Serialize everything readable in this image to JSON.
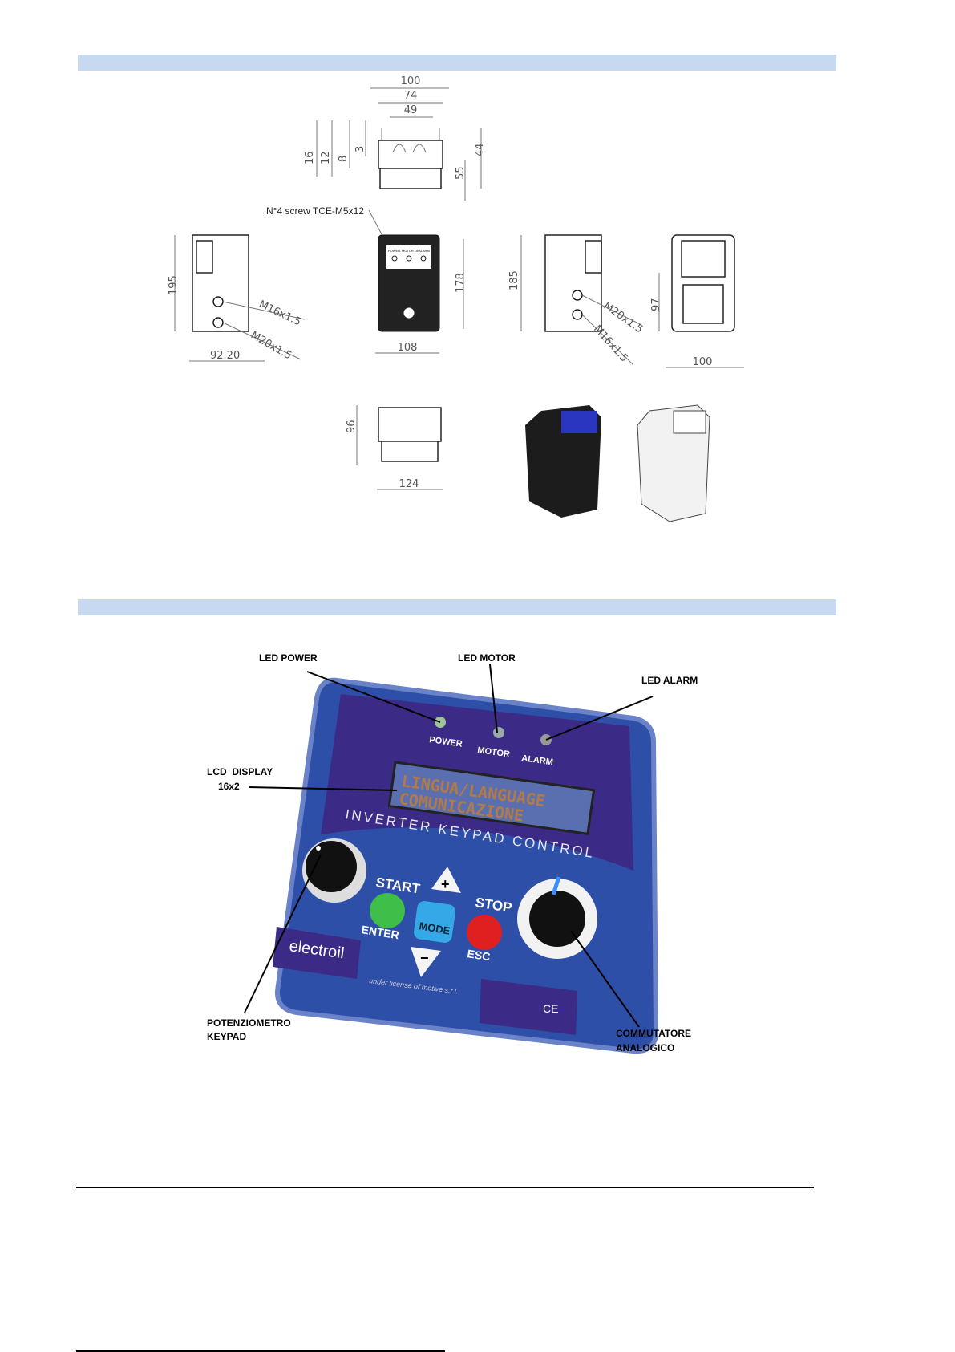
{
  "drawings": {
    "top_view": {
      "width_outer": "100",
      "width_mid": "74",
      "width_inner": "49",
      "h16": "16",
      "h12": "12",
      "h8": "8",
      "h3": "3",
      "h44": "44",
      "h55": "55"
    },
    "screw_note": "N°4 screw TCE-M5x12",
    "left_view": {
      "height": "195",
      "gland_top": "M16x1.5",
      "gland_bottom": "M20x1.5",
      "depth": "92.20"
    },
    "front_view": {
      "height": "178",
      "width": "108",
      "led_labels": [
        "POWER",
        "MOTOR ON",
        "ALARM"
      ]
    },
    "right_view": {
      "height": "185",
      "gland_top": "M20x1.5",
      "gland_bottom": "M16x1.5"
    },
    "back_view": {
      "height": "97",
      "width": "100"
    },
    "bottom_view": {
      "height": "96",
      "width": "124"
    }
  },
  "keypad": {
    "callouts": {
      "led_power": "LED POWER",
      "led_motor": "LED MOTOR",
      "led_alarm": "LED ALARM",
      "lcd_line1": "LCD  DISPLAY",
      "lcd_line2": "16x2",
      "pot_line1": "POTENZIOMETRO",
      "pot_line2": "KEYPAD",
      "comm_line1": "COMMUTATORE",
      "comm_line2": "ANALOGICO"
    },
    "led_labels": {
      "power": "POWER",
      "motor": "MOTOR",
      "alarm": "ALARM"
    },
    "lcd": {
      "line1": "LINGUA/LANGUAGE",
      "line2": "COMUNICAZIONE"
    },
    "panel_title": "INVERTER KEYPAD CONTROL",
    "buttons": {
      "start": "START",
      "enter": "ENTER",
      "stop": "STOP",
      "esc": "ESC",
      "mode": "MODE",
      "plus": "+",
      "minus": "−"
    },
    "brand": "electroil",
    "license": "under license of motive s.r.l.",
    "ce": "CE",
    "colors": {
      "body": "#2e4fa8",
      "top": "#3b2a86",
      "green": "#3fbf4a",
      "red": "#e02020",
      "mode": "#35a8e8",
      "lcd": "#5a6fb0"
    }
  }
}
